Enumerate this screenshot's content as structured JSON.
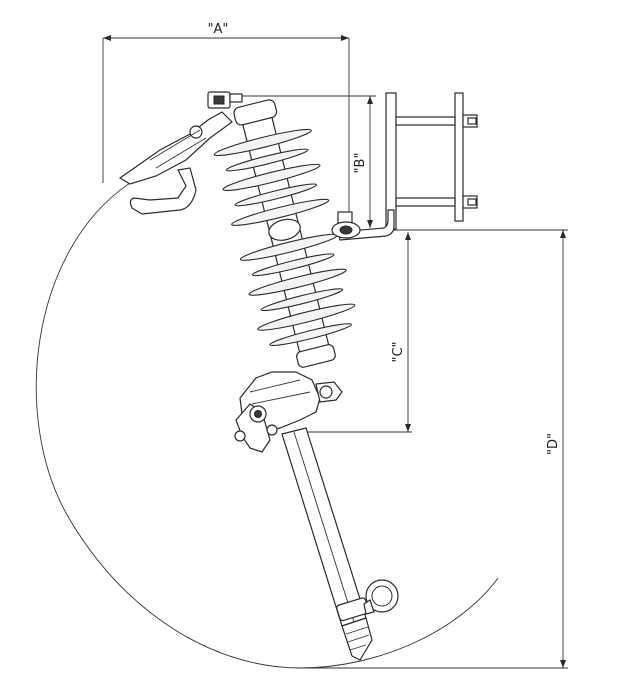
{
  "diagram": {
    "labels": {
      "a": "\"A\"",
      "b": "\"B\"",
      "c": "\"C\"",
      "d": "\"D\""
    },
    "colors": {
      "line": "#2a2a2a",
      "background": "#ffffff"
    }
  }
}
